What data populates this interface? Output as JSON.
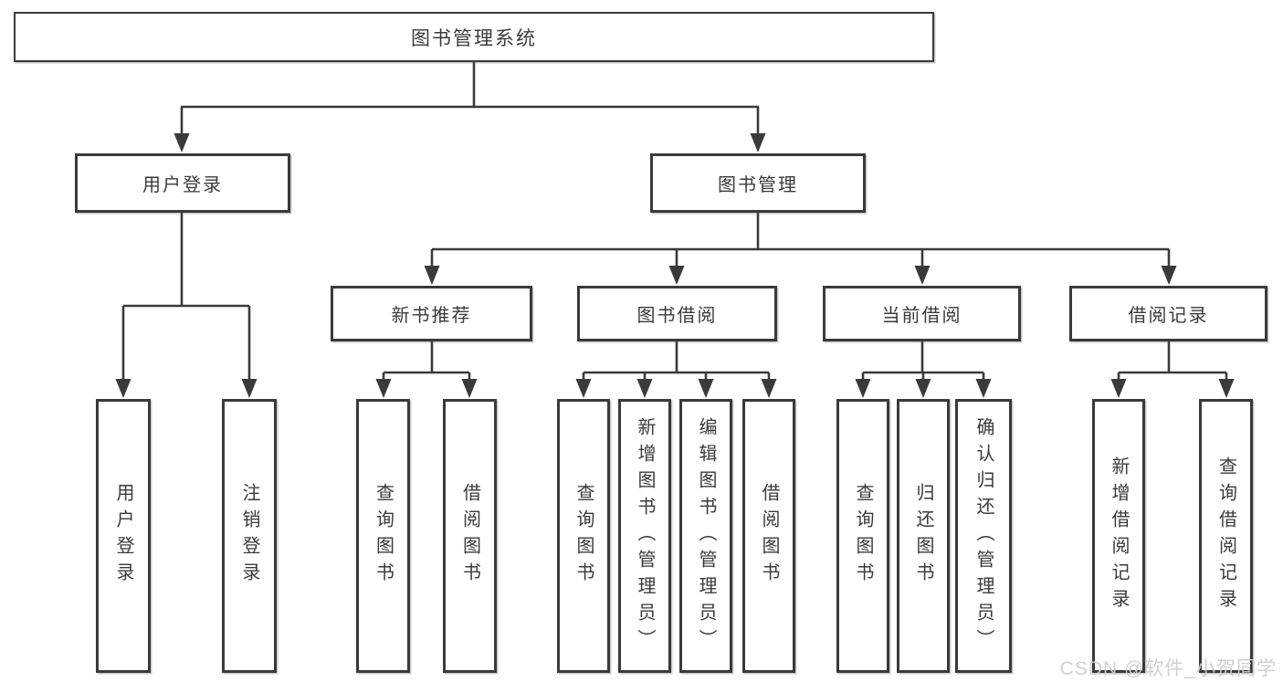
{
  "colors": {
    "line": "#3a3a3a",
    "box_border": "#3a3a3a",
    "text": "#3a3a3a",
    "background": "#ffffff",
    "watermark": "#cdcdcd"
  },
  "tree": {
    "label": "图书管理系统",
    "children": [
      {
        "label": "用户登录",
        "children": [
          {
            "label": "用户登录"
          },
          {
            "label": "注销登录"
          }
        ]
      },
      {
        "label": "图书管理",
        "children": [
          {
            "label": "新书推荐",
            "children": [
              {
                "label": "查询图书"
              },
              {
                "label": "借阅图书"
              }
            ]
          },
          {
            "label": "图书借阅",
            "children": [
              {
                "label": "查询图书"
              },
              {
                "label": "新增图书（管理员）"
              },
              {
                "label": "编辑图书（管理员）"
              },
              {
                "label": "借阅图书"
              }
            ]
          },
          {
            "label": "当前借阅",
            "children": [
              {
                "label": "查询图书"
              },
              {
                "label": "归还图书"
              },
              {
                "label": "确认归还（管理员）"
              }
            ]
          },
          {
            "label": "借阅记录",
            "children": [
              {
                "label": "新增借阅记录"
              },
              {
                "label": "查询借阅记录"
              }
            ]
          }
        ]
      }
    ]
  },
  "watermark": {
    "text": "CSDN @软件_小贺同学"
  }
}
